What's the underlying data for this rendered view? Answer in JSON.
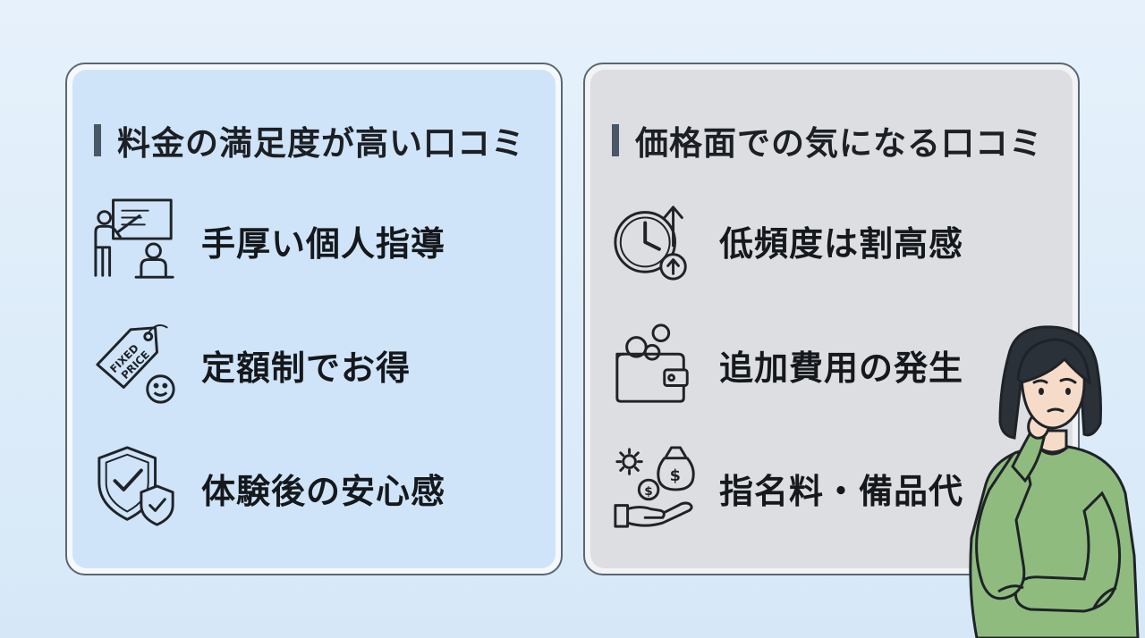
{
  "left_panel": {
    "title": "料金の満足度が高い口コミ",
    "items": [
      {
        "label": "手厚い個人指導",
        "icon": "teacher-icon"
      },
      {
        "label": "定額制でお得",
        "icon": "fixed-price-tag-icon"
      },
      {
        "label": "体験後の安心感",
        "icon": "shield-check-icon"
      }
    ],
    "tag_text_1": "FIXED",
    "tag_text_2": "PRICE"
  },
  "right_panel": {
    "title": "価格面での気になる口コミ",
    "items": [
      {
        "label": "低頻度は割高感",
        "icon": "clock-price-up-icon"
      },
      {
        "label": "追加費用の発生",
        "icon": "wallet-coins-icon"
      },
      {
        "label": "指名料・備品代",
        "icon": "money-hand-gear-icon"
      }
    ]
  },
  "colors": {
    "left_bg": "#cfe4f8",
    "right_bg": "#dcdee2",
    "heading_bar": "#4a5765",
    "sweater": "#8fbc7e"
  }
}
